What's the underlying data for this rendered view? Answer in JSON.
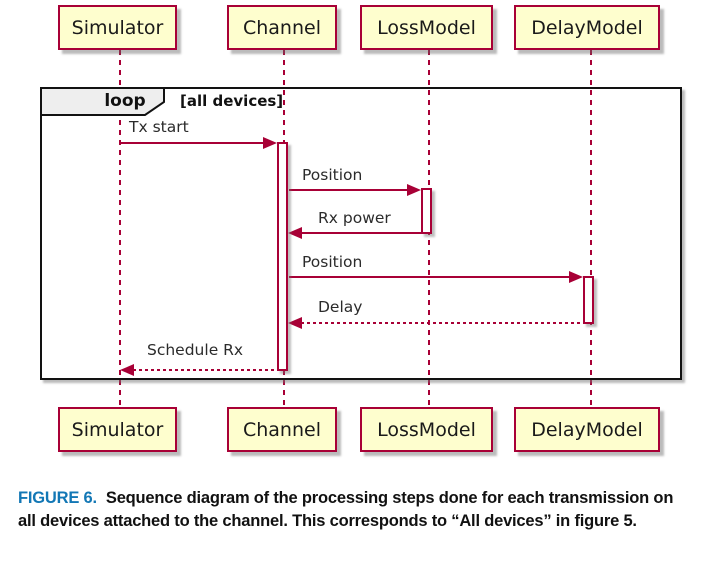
{
  "diagram": {
    "participants": [
      {
        "name": "Simulator"
      },
      {
        "name": "Channel"
      },
      {
        "name": "LossModel"
      },
      {
        "name": "DelayModel"
      }
    ],
    "loop_frame": {
      "operator": "loop",
      "guard": "[all devices]"
    },
    "messages": [
      {
        "label": "Tx start",
        "from": "Simulator",
        "to": "Channel",
        "line": "solid"
      },
      {
        "label": "Position",
        "from": "Channel",
        "to": "LossModel",
        "line": "solid"
      },
      {
        "label": "Rx power",
        "from": "LossModel",
        "to": "Channel",
        "line": "solid"
      },
      {
        "label": "Position",
        "from": "Channel",
        "to": "DelayModel",
        "line": "solid"
      },
      {
        "label": "Delay",
        "from": "DelayModel",
        "to": "Channel",
        "line": "dotted"
      },
      {
        "label": "Schedule Rx",
        "from": "Channel",
        "to": "Simulator",
        "line": "dotted"
      }
    ],
    "colors": {
      "participant_fill": "#FEFECE",
      "participant_border": "#A80036",
      "lifeline": "#A80036",
      "arrow": "#A80036",
      "frame_border": "#121212",
      "loop_tab_fill": "#EEEEEE",
      "caption_label": "#1277B5"
    }
  },
  "caption": {
    "label": "FIGURE 6.",
    "text": "Sequence diagram of the processing steps done for each transmission on all devices attached to the channel. This corresponds to “All devices” in figure 5."
  }
}
